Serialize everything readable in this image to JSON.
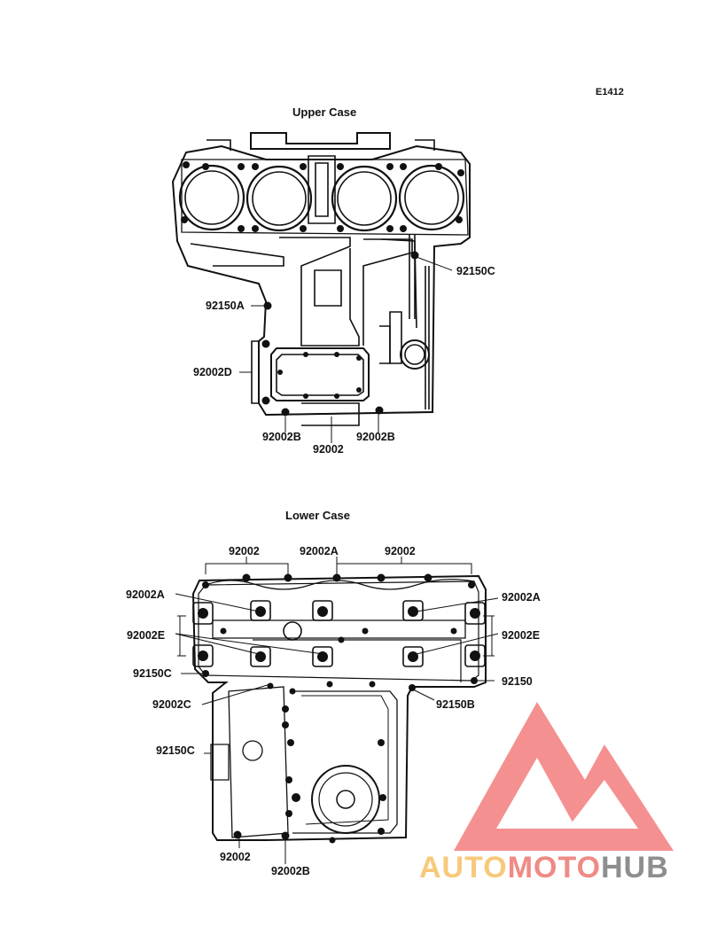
{
  "figure_code": "E1412",
  "upper": {
    "title": "Upper Case",
    "labels": {
      "c92150C": "92150C",
      "a92150A": "92150A",
      "d92002D": "92002D",
      "b92002B_left": "92002B",
      "b92002B_right": "92002B",
      "p92002": "92002"
    }
  },
  "lower": {
    "title": "Lower Case",
    "labels": {
      "top_left_92002": "92002",
      "top_mid_92002A": "92002A",
      "top_right_92002": "92002",
      "left_92002A": "92002A",
      "right_92002A": "92002A",
      "left_92002E": "92002E",
      "right_92002E": "92002E",
      "left_92150C": "92150C",
      "right_92150": "92150",
      "left_92002C": "92002C",
      "right_92150B": "92150B",
      "side_92150C": "92150C",
      "bottom_92002": "92002",
      "bottom_92002B": "92002B"
    }
  },
  "watermark": {
    "part1": "AUTO",
    "part2": "MOTO",
    "part3": "HUB",
    "colors": {
      "auto": "#f7c97a",
      "moto": "#f08a85",
      "hub": "#8e8e8e",
      "triangle": "#f26c6c"
    }
  }
}
